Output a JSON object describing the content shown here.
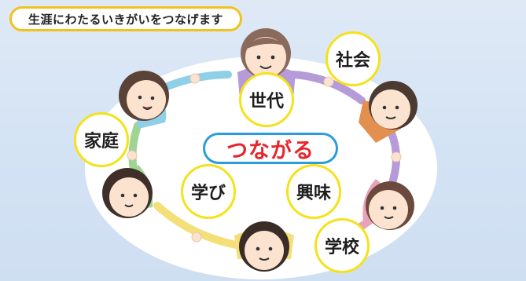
{
  "header": {
    "title": "生涯にわたるいきがいをつなげます"
  },
  "center": {
    "label": "つながる"
  },
  "keywords": {
    "society": "社会",
    "generation": "世代",
    "family": "家庭",
    "learning": "学び",
    "interest": "興味",
    "school": "学校"
  },
  "colors": {
    "background": "#d6e4f4",
    "pill_border": "#f3c21a",
    "keyword_border": "#f5e21a",
    "center_border": "#2a9ddb",
    "center_text": "#e3272c"
  }
}
